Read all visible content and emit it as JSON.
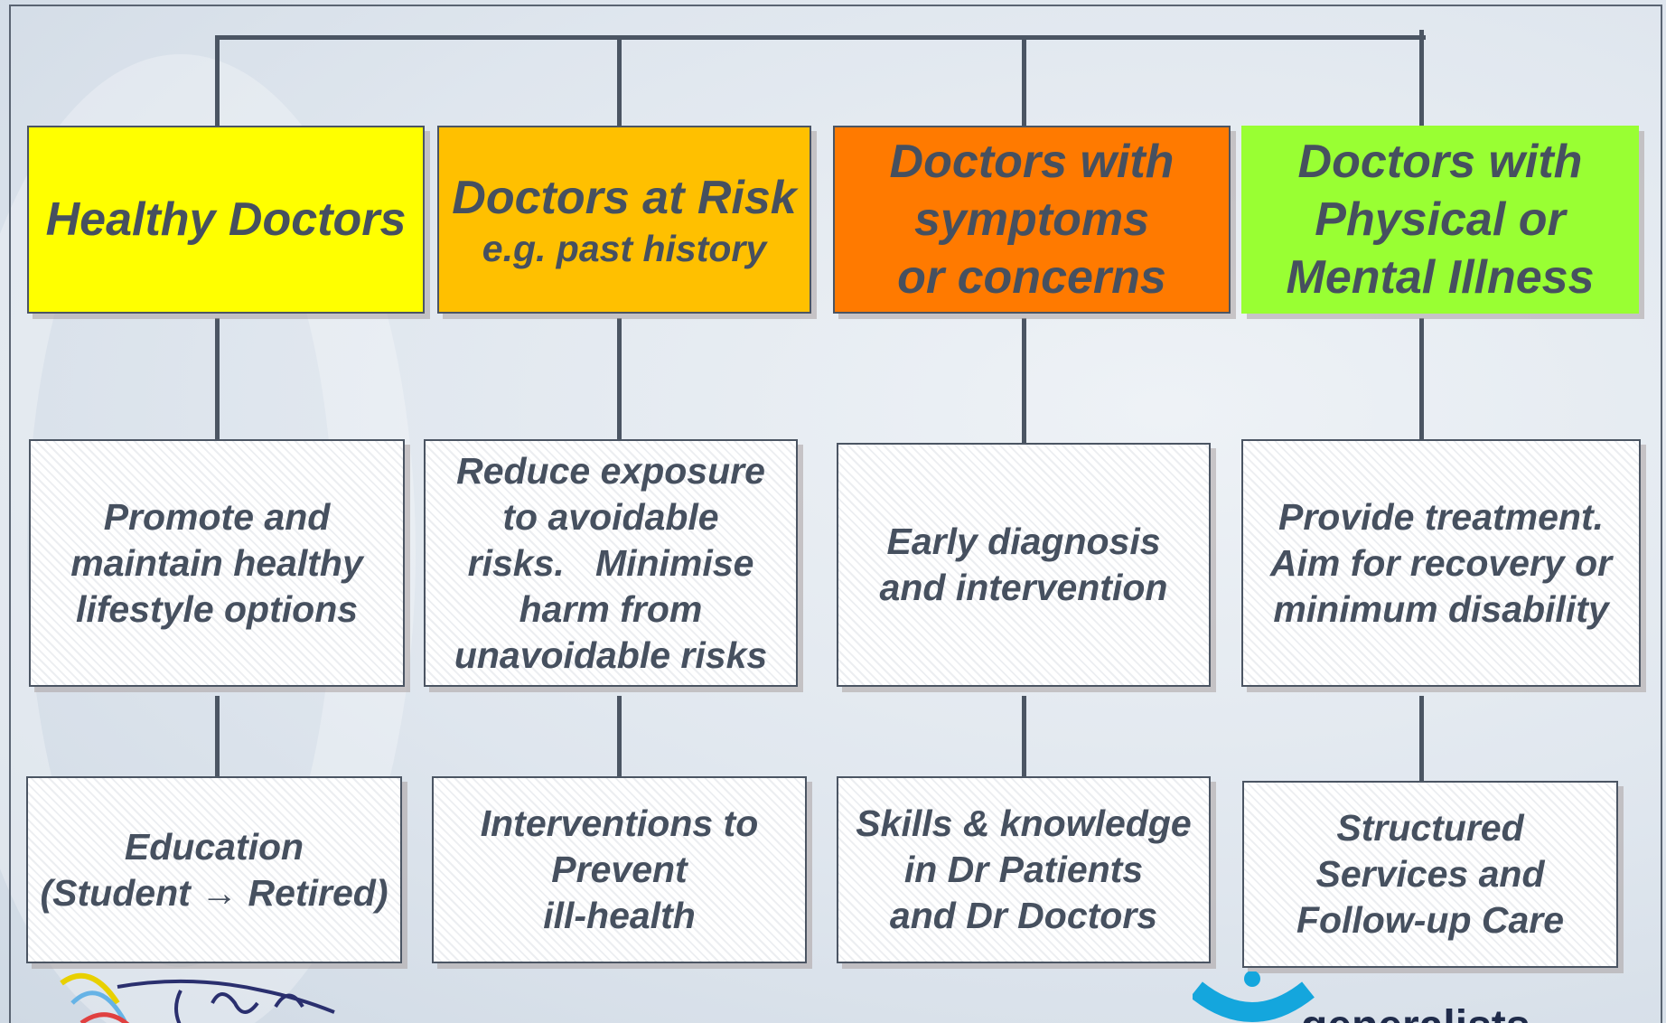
{
  "levels": [
    {
      "header": {
        "lines": [
          "Healthy Doctors"
        ],
        "sub": "",
        "color": "#ffff00"
      },
      "goal": [
        "Promote and",
        "maintain healthy",
        "lifestyle options"
      ],
      "service": [
        "Education",
        "(Student → Retired)"
      ]
    },
    {
      "header": {
        "lines": [
          "Doctors at Risk"
        ],
        "sub": "e.g. past history",
        "color": "#ffc000"
      },
      "goal": [
        "Reduce exposure",
        "to avoidable",
        "risks.   Minimise",
        "harm from",
        "unavoidable risks"
      ],
      "service": [
        "Interventions to",
        "Prevent",
        "ill-health"
      ]
    },
    {
      "header": {
        "lines": [
          "Doctors with",
          "symptoms",
          "or concerns"
        ],
        "sub": "",
        "color": "#ff7a00"
      },
      "goal": [
        "Early diagnosis",
        "and intervention"
      ],
      "service": [
        "Skills & knowledge",
        "in Dr Patients",
        "and Dr Doctors"
      ]
    },
    {
      "header": {
        "lines": [
          "Doctors with",
          "Physical or",
          "Mental Illness"
        ],
        "sub": "",
        "color": "#99ff33"
      },
      "goal": [
        "Provide treatment.",
        "Aim for recovery or",
        "minimum disability"
      ],
      "service": [
        "Structured",
        "Services and",
        "Follow-up Care"
      ]
    }
  ],
  "colors": {
    "line": "#4b5563",
    "text": "#46505f",
    "frame": "#5a6472"
  },
  "logos": {
    "left_icon": "iscmg-logo",
    "right_icon": "generalists-logo",
    "right_text": "generalists"
  }
}
